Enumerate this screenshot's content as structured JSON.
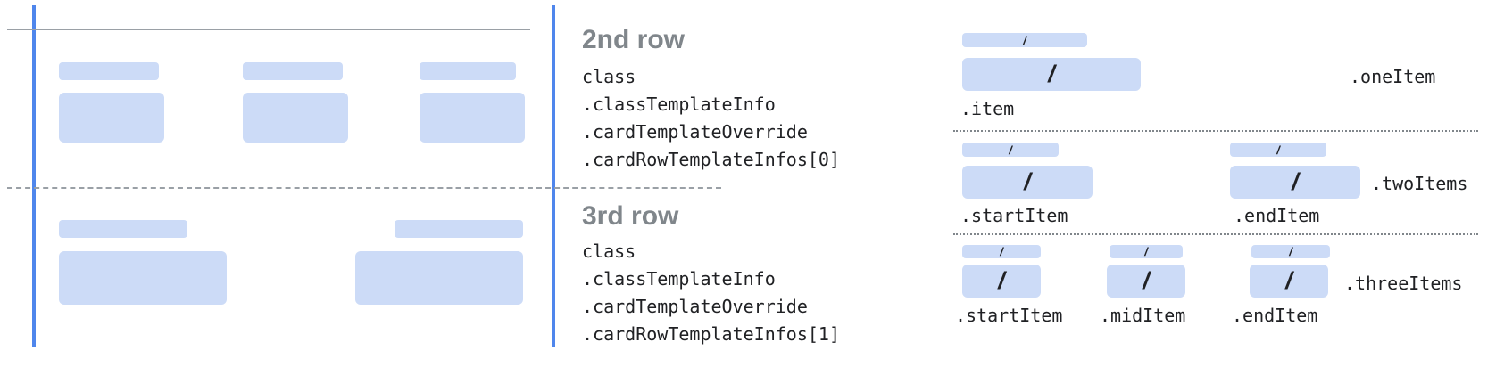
{
  "colors": {
    "bar": "#ccdbf7",
    "edge": "#4f86ec",
    "line": "#9aa0a6",
    "dots": "#80868b",
    "heading": "#80868b",
    "code": "#202124"
  },
  "slash": "/",
  "middle": {
    "sections": [
      {
        "heading": "2nd row",
        "code_lines": [
          "class",
          ".classTemplateInfo",
          ".cardTemplateOverride",
          ".cardRowTemplateInfos[0]"
        ]
      },
      {
        "heading": "3rd row",
        "code_lines": [
          "class",
          ".classTemplateInfo",
          ".cardTemplateOverride",
          ".cardRowTemplateInfos[1]"
        ]
      }
    ]
  },
  "templates": [
    {
      "group_label": ".oneItem",
      "item_labels": [
        ".item"
      ]
    },
    {
      "group_label": ".twoItems",
      "item_labels": [
        ".startItem",
        ".endItem"
      ]
    },
    {
      "group_label": ".threeItems",
      "item_labels": [
        ".startItem",
        ".midItem",
        ".endItem"
      ]
    }
  ]
}
